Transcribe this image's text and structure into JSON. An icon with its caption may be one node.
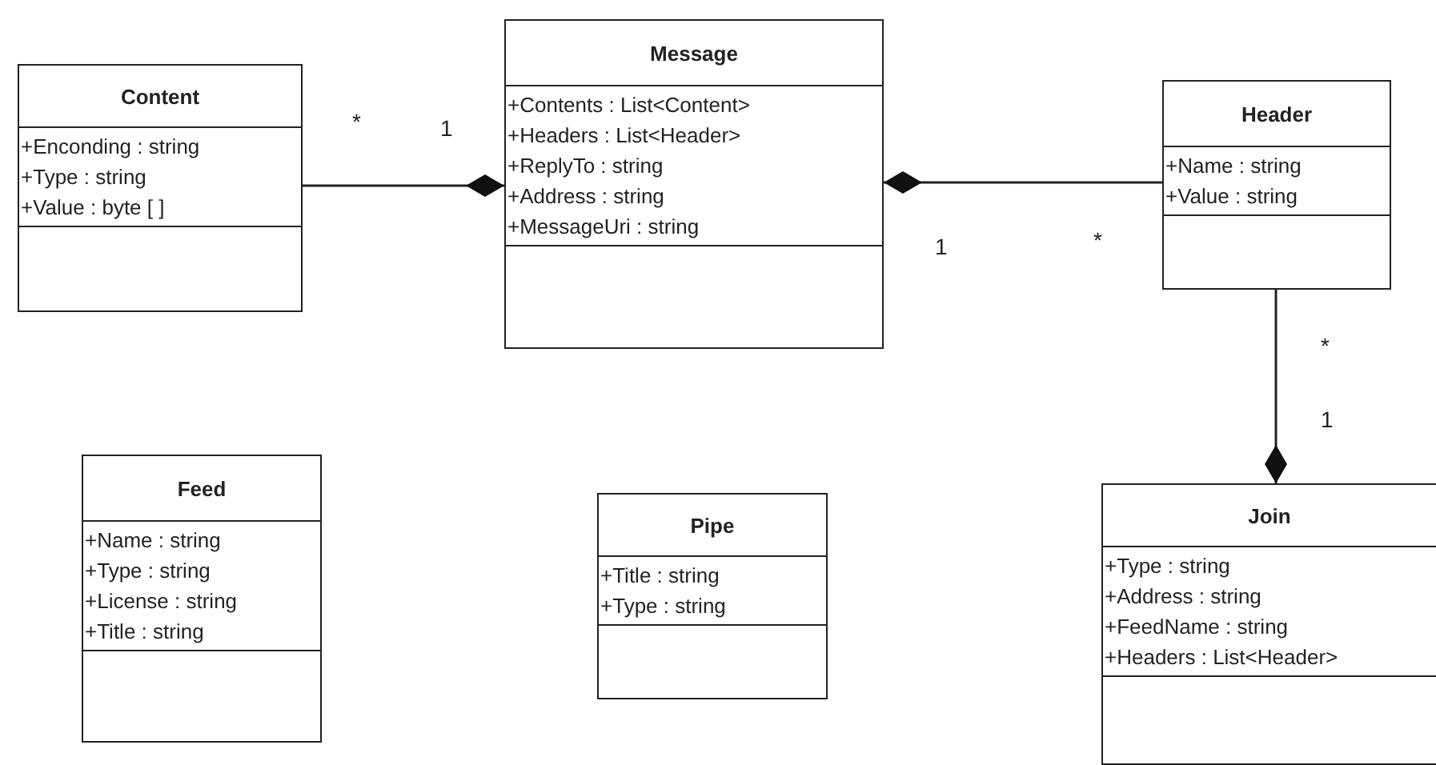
{
  "diagram": {
    "nodes": [
      {
        "text": [
          "Content",
          "+Enconding : string",
          "+Type : string",
          "+Value : byte [ ]"
        ]
      },
      {
        "text": [
          "Message",
          "+Contents : List<Content>",
          "+Headers : List<Header>",
          "+ReplyTo : string",
          "+Address : string",
          "+MessageUri : string"
        ]
      },
      {
        "text": [
          "Header",
          "+Name : string",
          "+Value : string"
        ]
      },
      {
        "text": [
          "Feed",
          "+Name : string",
          "+Type : string",
          "+License : string",
          "+Title : string"
        ]
      },
      {
        "text": [
          "Pipe",
          "+Title : string",
          "+Type : string"
        ]
      },
      {
        "text": [
          "Join",
          "+Type : string",
          "+Address : string",
          "+FeedName : string",
          "+Headers : List<Header>"
        ]
      }
    ],
    "edges": [
      {
        "from": 0,
        "to": 1,
        "arrow": "other"
      },
      {
        "from": 2,
        "to": 1,
        "arrow": "other"
      },
      {
        "from": 2,
        "to": 5,
        "arrow": "other"
      }
    ],
    "labels": [
      "*",
      "1",
      "1",
      "*",
      "*",
      "1"
    ]
  }
}
